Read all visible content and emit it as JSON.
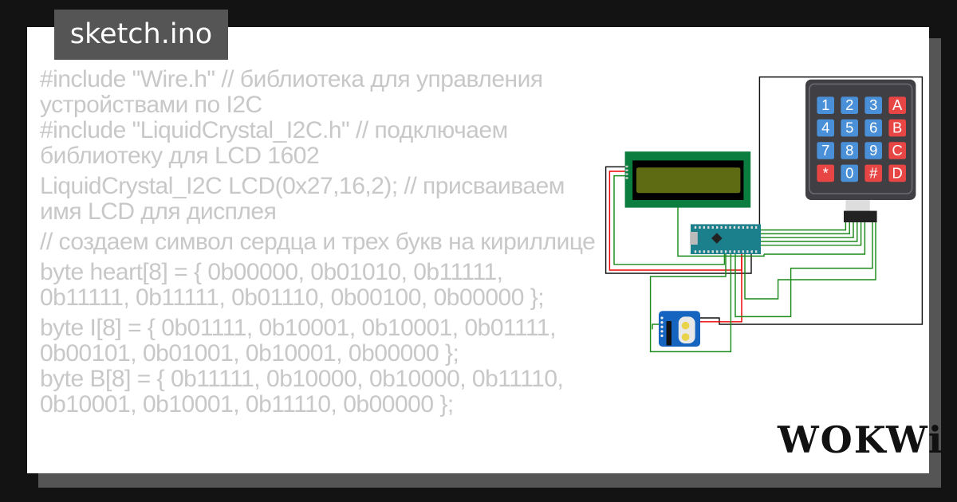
{
  "title": "sketch.ino",
  "code_lines": [
    "#include \"Wire.h\" // библиотека для управления устройствами по I2C",
    "#include \"LiquidCrystal_I2C.h\" // подключаем библиотеку для LCD 1602",
    "",
    "LiquidCrystal_I2C LCD(0x27,16,2); // присваиваем имя LCD для дисплея",
    "",
    "// создаем символ сердца и трех букв на кириллице",
    "",
    "byte heart[8] = { 0b00000, 0b01010, 0b11111, 0b11111, 0b11111, 0b01110, 0b00100, 0b00000 };",
    "",
    "byte I[8] = { 0b01111, 0b10001, 0b10001, 0b01111, 0b00101, 0b01001, 0b10001, 0b00000 };",
    "byte B[8] = { 0b11111, 0b10000, 0b10000, 0b11110, 0b10001, 0b10001, 0b11110, 0b00000 };"
  ],
  "keypad": {
    "keys": [
      "1",
      "2",
      "3",
      "A",
      "4",
      "5",
      "6",
      "B",
      "7",
      "8",
      "9",
      "C",
      "*",
      "0",
      "#",
      "D"
    ],
    "blue": "#4a90d9",
    "red": "#e84545"
  },
  "logo": "WOKWi",
  "colors": {
    "wire_green": "#1a8a1a",
    "wire_red": "#e00000",
    "wire_black": "#111111",
    "lcd_pcb": "#0b7d3e",
    "lcd_screen": "#5f6b12",
    "nano": "#1b7f8c",
    "rtc": "#1565c0"
  }
}
